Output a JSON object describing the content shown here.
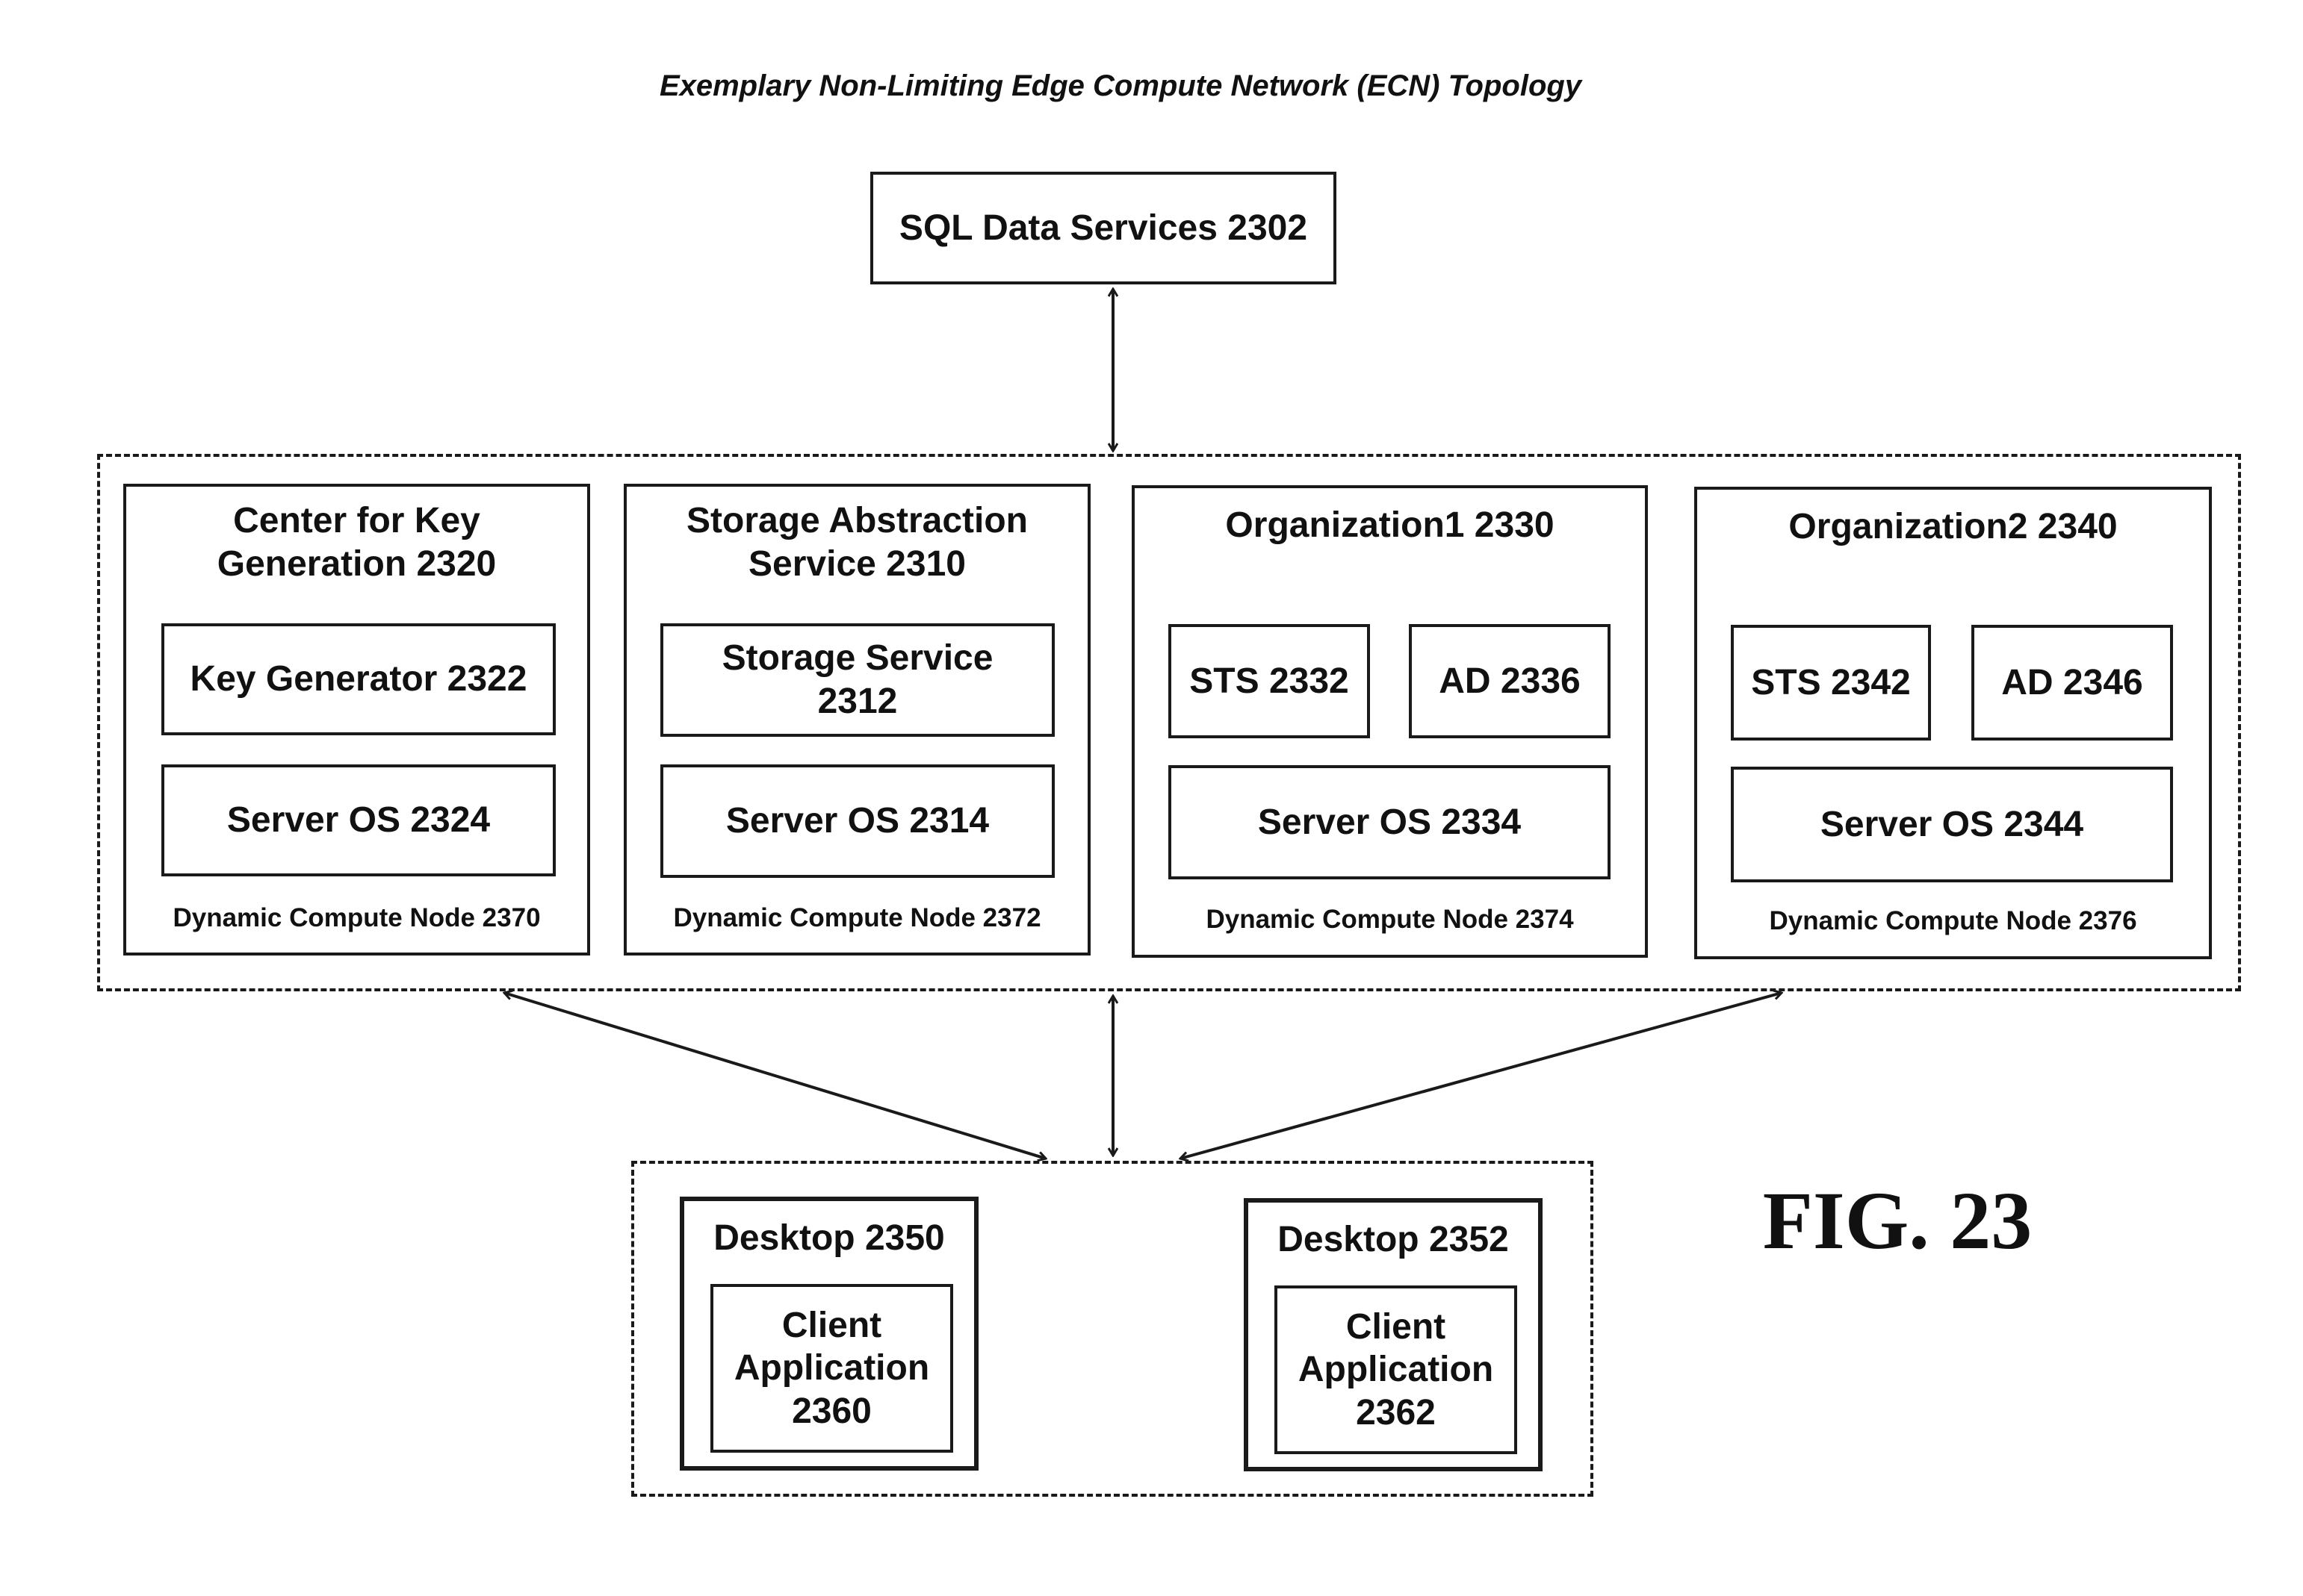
{
  "title": "Exemplary Non-Limiting Edge Compute Network (ECN) Topology",
  "figure_label": "FIG. 23",
  "sql": {
    "label": "SQL Data Services 2302"
  },
  "nodes": [
    {
      "title": "Center for Key\nGeneration 2320",
      "top_component": "Key Generator 2322",
      "server_os": "Server OS 2324",
      "footer": "Dynamic Compute Node 2370"
    },
    {
      "title": "Storage Abstraction\nService 2310",
      "top_component": "Storage Service\n2312",
      "server_os": "Server OS 2314",
      "footer": "Dynamic Compute Node 2372"
    },
    {
      "title": "Organization1 2330",
      "sts": "STS 2332",
      "ad": "AD 2336",
      "server_os": "Server OS 2334",
      "footer": "Dynamic Compute Node 2374"
    },
    {
      "title": "Organization2 2340",
      "sts": "STS 2342",
      "ad": "AD 2346",
      "server_os": "Server OS 2344",
      "footer": "Dynamic Compute Node 2376"
    }
  ],
  "desktops": [
    {
      "title": "Desktop 2350",
      "app": "Client\nApplication\n2360"
    },
    {
      "title": "Desktop 2352",
      "app": "Client\nApplication\n2362"
    }
  ]
}
